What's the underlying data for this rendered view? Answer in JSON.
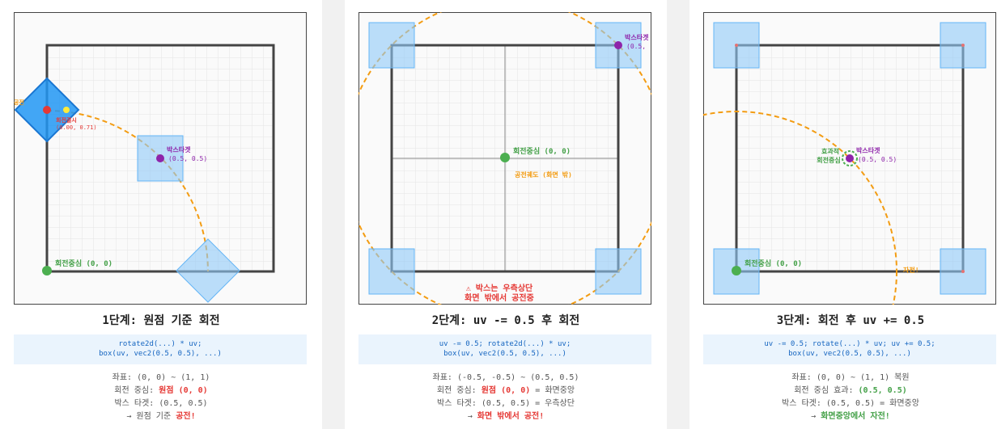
{
  "colors": {
    "origin": "#4caf50",
    "target": "#8e24aa",
    "orbit": "#f39c12",
    "box": "#90caf9",
    "box_active": "#2196f3",
    "warn": "#e53935"
  },
  "p1": {
    "title": "1단계: 원점 기준 회전",
    "code1": "rotate2d(...) * uv;",
    "code2": "box(uv, vec2(0.5, 0.5), ...)",
    "info1": "좌표: (0, 0) ~ (1, 1)",
    "info2_pre": "회전 중심: ",
    "info2_hl": "원점 (0, 0)",
    "info3": "박스 타겟: (0.5, 0.5)",
    "info4_pre": "→ 원점 기준 ",
    "info4_hl": "공전!",
    "center_label": "회전중심 (0, 0)",
    "target_label": "박스타겟",
    "target_coord": "(0.5, 0.5)",
    "rotated_label": "회전결시",
    "rotated_coord": "(0.00, 0.71)",
    "orbit_label": "공전"
  },
  "p2": {
    "title": "2단계: uv -= 0.5 후 회전",
    "code1": "uv -= 0.5; rotate2d(...) * uv;",
    "code2": "box(uv, vec2(0.5, 0.5), ...)",
    "info1": "좌표: (-0.5, -0.5) ~ (0.5, 0.5)",
    "info2_pre": "회전 중심: ",
    "info2_hl": "원점 (0, 0)",
    "info2_post": " = 화면중앙",
    "info3": "박스 타겟: (0.5, 0.5) = 우측상단",
    "info4_pre": "→ ",
    "info4_hl": "화면 밖에서 공전!",
    "center_label": "회전중심 (0, 0)",
    "orbit_label": "공전궤도 (화면 밖)",
    "target_label": "박스타겟",
    "target_coord": "(0.5,",
    "warn1": "⚠ 박스는 우측상단",
    "warn2": "화면 밖에서 공전중"
  },
  "p3": {
    "title": "3단계: 회전 후 uv += 0.5",
    "code1": "uv -= 0.5; rotate(...) * uv; uv += 0.5;",
    "code2": "box(uv, vec2(0.5, 0.5), ...)",
    "info1": "좌표: (0, 0) ~ (1, 1) 복원",
    "info2_pre": "회전 중심 효과: ",
    "info2_hl": "(0.5, 0.5)",
    "info3": "박스 타겟: (0.5, 0.5) = 화면중앙",
    "info4_pre": "→ ",
    "info4_hl": "화면중앙에서 자전!",
    "center_label": "회전중심 (0, 0)",
    "effect_label1": "효과적",
    "effect_label2": "회전중심",
    "target_label": "박스타겟",
    "target_coord": "(0.5, 0.5)",
    "spin_label": "자전!"
  }
}
